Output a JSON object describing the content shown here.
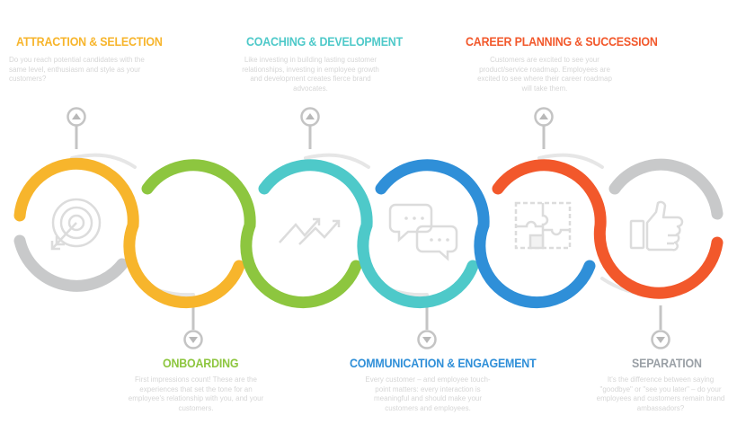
{
  "stages": [
    {
      "title": "ATTRACTION & SELECTION",
      "color": "#f7b52c",
      "description": "Do you reach potential candidates with the same level, enthusiasm and style as your customers?",
      "icon": "target-icon",
      "arrow": "up"
    },
    {
      "title": "ONBOARDING",
      "color": "#8dc63f",
      "description": "First impressions count! These are the experiences that set the tone for an employee's relationship with you, and your customers.",
      "icon": "",
      "arrow": "down"
    },
    {
      "title": "COACHING & DEVELOPMENT",
      "color": "#4ec9c9",
      "description": "Like investing in building lasting customer relationships, investing in employee growth and development creates fierce brand advocates.",
      "icon": "trend-arrows-icon",
      "arrow": "up"
    },
    {
      "title": "COMMUNICATION & ENGAGEMENT",
      "color": "#2f8fd8",
      "description": "Every customer – and employee touch-point matters: every interaction is meaningful and should make your customers and employees.",
      "icon": "chat-bubbles-icon",
      "arrow": "down"
    },
    {
      "title": "CAREER PLANNING & SUCCESSION",
      "color": "#f2582b",
      "description": "Customers are excited to see your product/service roadmap. Employees are excited to see where their career roadmap will take them.",
      "icon": "puzzle-icon",
      "arrow": "up"
    },
    {
      "title": "SEPARATION",
      "color": "#c8c9ca",
      "description": "It's the difference between saying \"goodbye\" or \"see you later\" – do your employees and customers remain brand ambassadors?",
      "icon": "thumbs-up-icon",
      "arrow": "down"
    }
  ],
  "colors": {
    "text_muted": "#d6d6d6",
    "arrow_gray": "#c4c4c4",
    "icon_gray": "#dcdcdc",
    "connector_gray": "#e6e6e6"
  }
}
